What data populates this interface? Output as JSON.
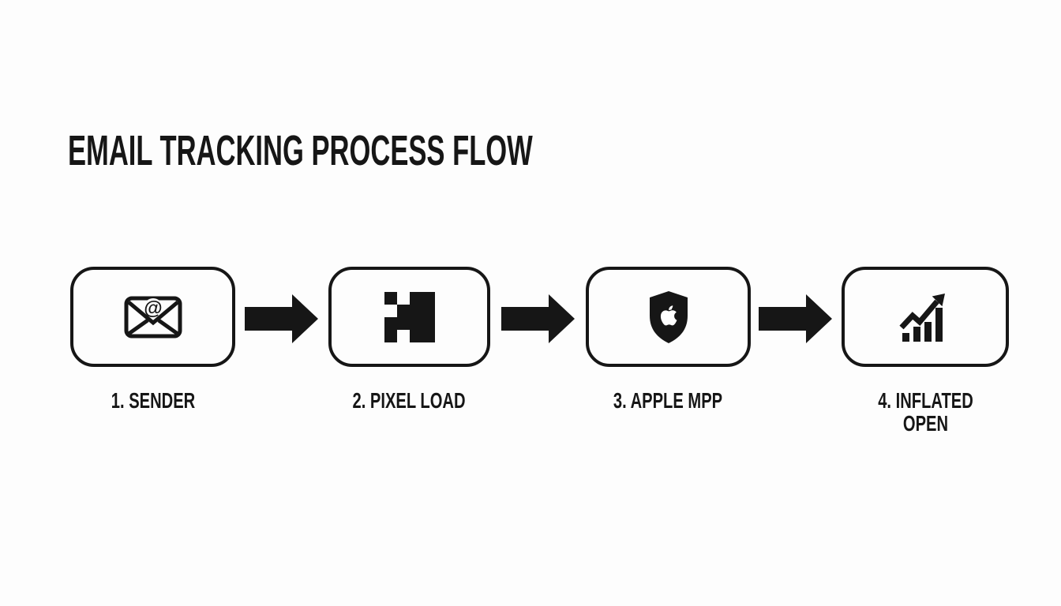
{
  "title": "EMAIL TRACKING PROCESS FLOW",
  "colors": {
    "ink": "#161616",
    "background": "#fdfdfd"
  },
  "icons": {
    "envelope_at_glyph": "@",
    "names": [
      "envelope-at-icon",
      "tracking-pixel-icon",
      "apple-privacy-shield-icon",
      "rising-bar-chart-icon"
    ],
    "connector": "right-arrow-icon"
  },
  "flow": {
    "steps": [
      {
        "label": "1. SENDER",
        "icon": "envelope-at-icon"
      },
      {
        "label": "2. PIXEL LOAD",
        "icon": "tracking-pixel-icon"
      },
      {
        "label": "3. APPLE MPP",
        "icon": "apple-privacy-shield-icon"
      },
      {
        "label": "4. INFLATED OPEN",
        "icon": "rising-bar-chart-icon"
      }
    ]
  }
}
